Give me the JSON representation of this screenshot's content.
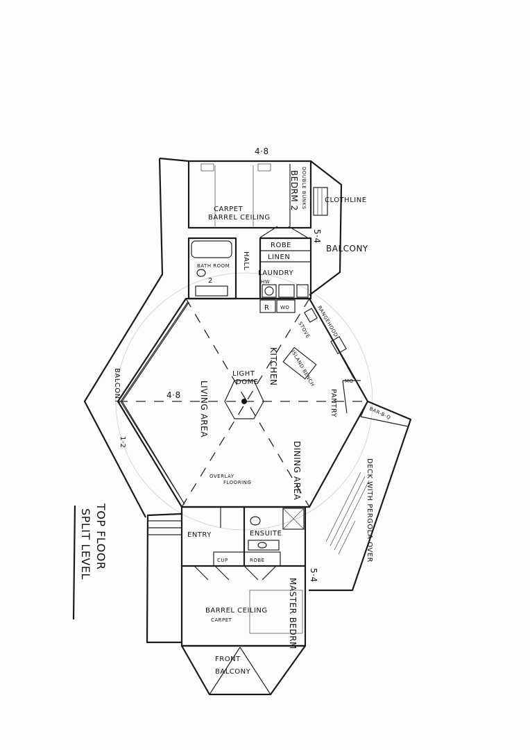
{
  "title": {
    "line1": "TOP FLOOR",
    "line2": "SPLIT LEVEL"
  },
  "dimensions": {
    "top_width": "4·8",
    "bedroom2_depth": "5·4",
    "living_width": "4·8",
    "balcony_width": "1·2",
    "master_depth": "5·4"
  },
  "rooms": {
    "bedroom2": "BEDRM 2",
    "double_bunks": "DOUBLE BUNKS",
    "carpet_top": "CARPET",
    "barrel_ceiling_top": "BARREL CEILING",
    "clothline": "CLOTHLINE",
    "balcony_right": "BALCONY",
    "robe_top": "ROBE",
    "linen": "LINEN",
    "laundry": "LAUNDRY",
    "hw": "HW",
    "bathroom2_line1": "BATH ROOM",
    "bathroom2_line2": "2",
    "hall": "HALL",
    "r": "R",
    "wo": "WO",
    "rangehood": "RANGEHOOD",
    "stove": "STOVE",
    "island_bench": "ISLAND BENCH",
    "kitchen": "KITCHEN",
    "mo": "MO",
    "pantry": "PANTRY",
    "barbq": "BAR-B-Q",
    "light_dome_line1": "LIGHT",
    "light_dome_line2": "DOME",
    "living_area": "LIVING AREA",
    "balcony_left": "BALCONY",
    "dining_area": "DINING AREA",
    "overlay_line1": "OVERLAY",
    "overlay_line2": "FLOORING",
    "deck": "DECK WITH PERGOLA OVER",
    "entry": "ENTRY",
    "ensuite": "ENSUITE",
    "cup": "CUP",
    "robe_bottom": "ROBE",
    "master_bedroom": "MASTER BEDRM",
    "barrel_ceiling_bottom": "BARREL CEILING",
    "carpet_bottom": "CARPET",
    "front_balcony_line1": "FRONT",
    "front_balcony_line2": "BALCONY"
  }
}
